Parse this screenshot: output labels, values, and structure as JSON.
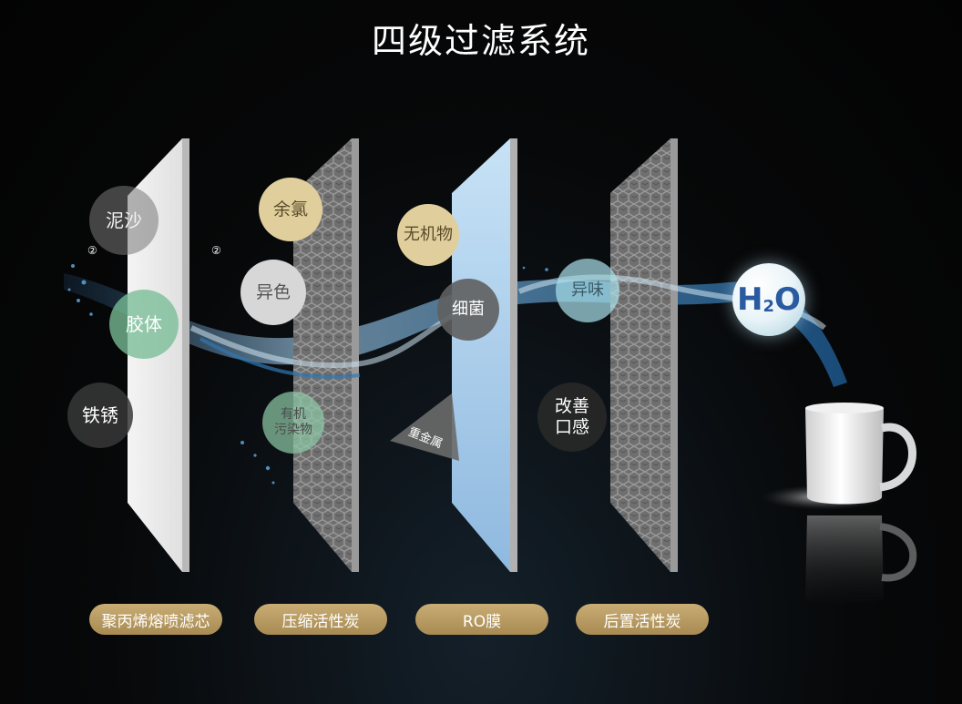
{
  "title": "四级过滤系统",
  "markers": {
    "m1": "②",
    "m2": "②"
  },
  "stage1": {
    "label": "聚丙烯熔喷滤芯",
    "contaminants": [
      "泥沙",
      "胶体",
      "铁锈"
    ]
  },
  "stage2": {
    "label": "压缩活性炭",
    "contaminants": [
      "余氯",
      "异色",
      "有机\n污染物"
    ]
  },
  "stage3": {
    "label": "RO膜",
    "contaminants": [
      "无机物",
      "细菌",
      "重金属"
    ]
  },
  "stage4": {
    "label": "后置活性炭",
    "contaminants": [
      "异味",
      "改善\n口感"
    ]
  },
  "h2o": {
    "h": "H",
    "sub": "2",
    "o": "O"
  },
  "colors": {
    "pill_gold": "#b89a60",
    "ro_blue": "#a9cdea",
    "carbon_gray": "#7a7a7a",
    "pp_white": "#eeeeee"
  }
}
